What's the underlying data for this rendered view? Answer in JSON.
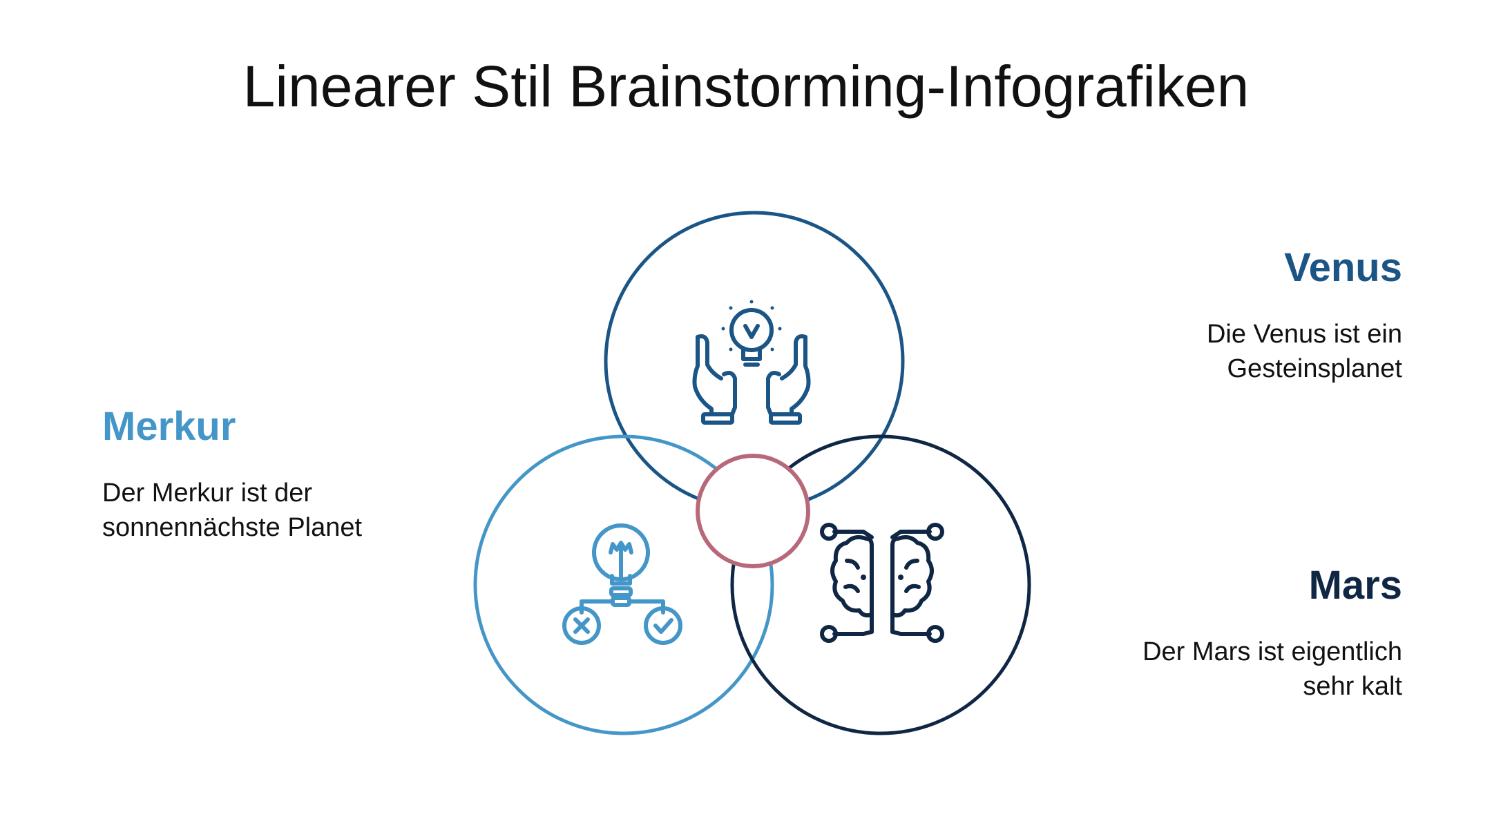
{
  "title": "Linearer Stil Brainstorming-Infografiken",
  "colors": {
    "merkur": "#4596c8",
    "venus": "#1a5585",
    "mars": "#0f2744",
    "center": "#b7697a"
  },
  "items": [
    {
      "key": "merkur",
      "heading": "Merkur",
      "description": "Der Merkur ist der sonnennächste Planet",
      "icon": "lightbulb-decision-icon"
    },
    {
      "key": "venus",
      "heading": "Venus",
      "description": "Die Venus ist ein Gesteinsplanet",
      "icon": "hands-holding-lightbulb-icon"
    },
    {
      "key": "mars",
      "heading": "Mars",
      "description": "Der Mars ist eigentlich sehr kalt",
      "icon": "circuit-brain-icon"
    }
  ]
}
